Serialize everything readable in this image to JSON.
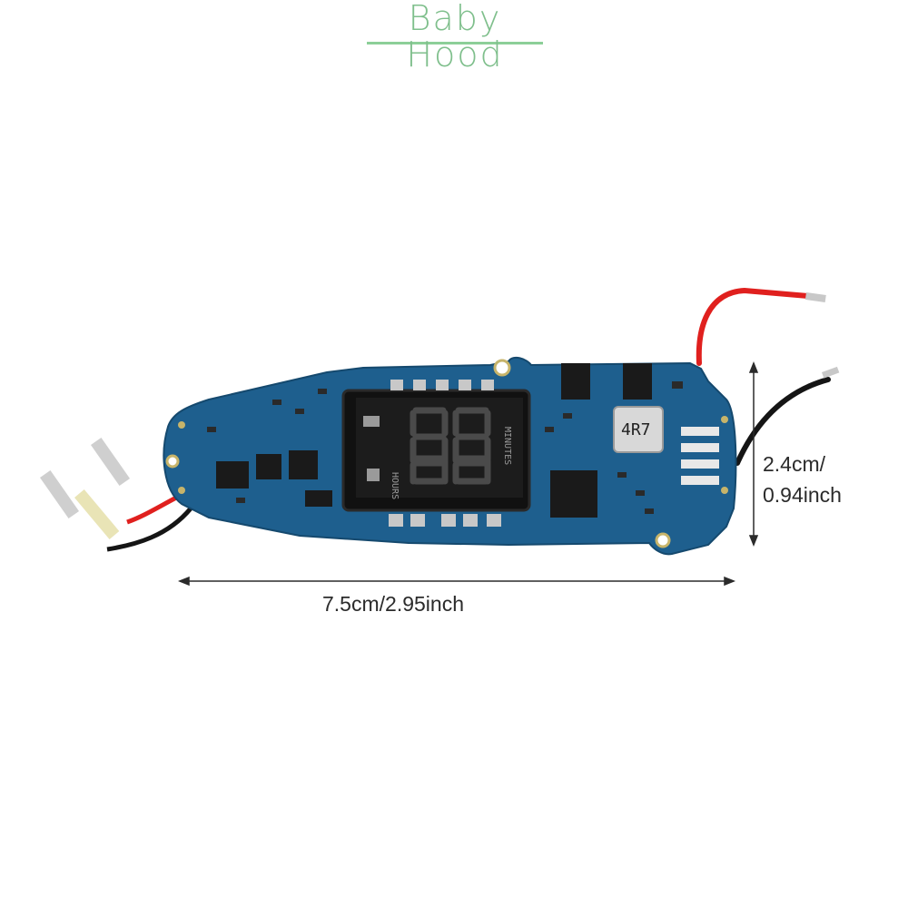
{
  "watermark": {
    "text": "Baby Hood",
    "color": "#7fbf8c"
  },
  "dimensions": {
    "width_text": "7.5cm/2.95inch",
    "height_line1": "2.4cm/",
    "height_line2": "0.94inch"
  },
  "board": {
    "pcb_color": "#1e5f8e",
    "display": {
      "hours_label": "HOURS",
      "minutes_label": "MINUTES"
    },
    "inductor_label": "4R7"
  }
}
